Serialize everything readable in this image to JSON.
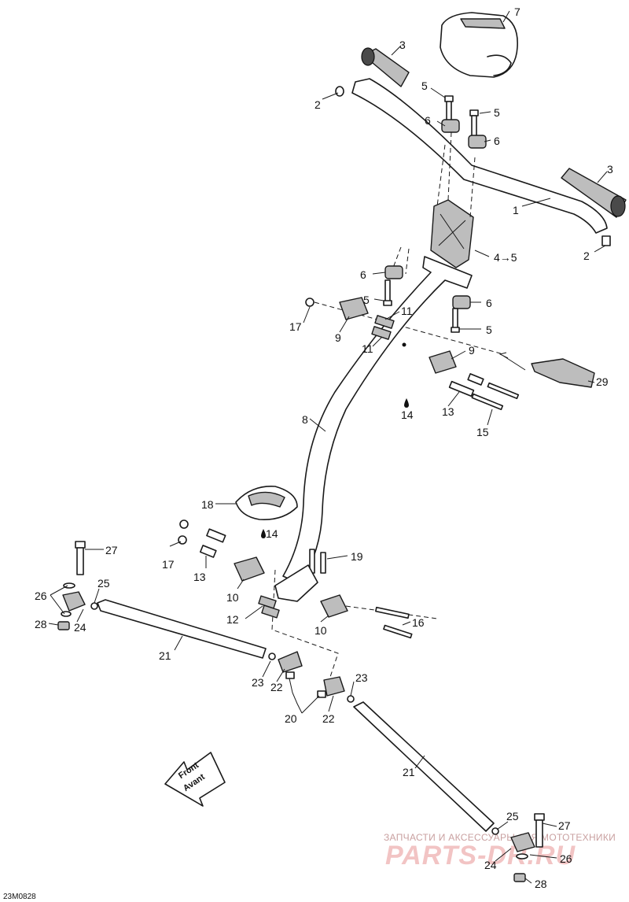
{
  "drawing_code": "23M0828",
  "front_label": {
    "line1": "Front",
    "line2": "Avant"
  },
  "watermark": {
    "top": "ЗАПЧАСТИ И АКСЕССУАРЫ ДЛЯ МОТОТЕХНИКИ",
    "main": "PARTS-DR.RU"
  },
  "callouts": [
    {
      "id": "c1",
      "text": "1"
    },
    {
      "id": "c2a",
      "text": "2"
    },
    {
      "id": "c2b",
      "text": "2"
    },
    {
      "id": "c3a",
      "text": "3"
    },
    {
      "id": "c3b",
      "text": "3"
    },
    {
      "id": "c4",
      "text": "4→5"
    },
    {
      "id": "c5a",
      "text": "5"
    },
    {
      "id": "c5b",
      "text": "5"
    },
    {
      "id": "c5c",
      "text": "5"
    },
    {
      "id": "c5d",
      "text": "5"
    },
    {
      "id": "c6a",
      "text": "6"
    },
    {
      "id": "c6b",
      "text": "6"
    },
    {
      "id": "c6c",
      "text": "6"
    },
    {
      "id": "c6d",
      "text": "6"
    },
    {
      "id": "c7",
      "text": "7"
    },
    {
      "id": "c8",
      "text": "8"
    },
    {
      "id": "c9a",
      "text": "9"
    },
    {
      "id": "c9b",
      "text": "9"
    },
    {
      "id": "c10a",
      "text": "10"
    },
    {
      "id": "c10b",
      "text": "10"
    },
    {
      "id": "c11a",
      "text": "11"
    },
    {
      "id": "c11b",
      "text": "11"
    },
    {
      "id": "c12",
      "text": "12"
    },
    {
      "id": "c13a",
      "text": "13"
    },
    {
      "id": "c13b",
      "text": "13"
    },
    {
      "id": "c14a",
      "text": "14"
    },
    {
      "id": "c14b",
      "text": "14"
    },
    {
      "id": "c15",
      "text": "15"
    },
    {
      "id": "c16",
      "text": "16"
    },
    {
      "id": "c17a",
      "text": "17"
    },
    {
      "id": "c17b",
      "text": "17"
    },
    {
      "id": "c18",
      "text": "18"
    },
    {
      "id": "c19",
      "text": "19"
    },
    {
      "id": "c20",
      "text": "20"
    },
    {
      "id": "c21a",
      "text": "21"
    },
    {
      "id": "c21b",
      "text": "21"
    },
    {
      "id": "c22a",
      "text": "22"
    },
    {
      "id": "c22b",
      "text": "22"
    },
    {
      "id": "c23a",
      "text": "23"
    },
    {
      "id": "c23b",
      "text": "23"
    },
    {
      "id": "c24a",
      "text": "24"
    },
    {
      "id": "c24b",
      "text": "24"
    },
    {
      "id": "c25a",
      "text": "25"
    },
    {
      "id": "c25b",
      "text": "25"
    },
    {
      "id": "c26a",
      "text": "26"
    },
    {
      "id": "c26b",
      "text": "26"
    },
    {
      "id": "c27a",
      "text": "27"
    },
    {
      "id": "c27b",
      "text": "27"
    },
    {
      "id": "c28a",
      "text": "28"
    },
    {
      "id": "c28b",
      "text": "28"
    },
    {
      "id": "c29",
      "text": "29"
    }
  ]
}
